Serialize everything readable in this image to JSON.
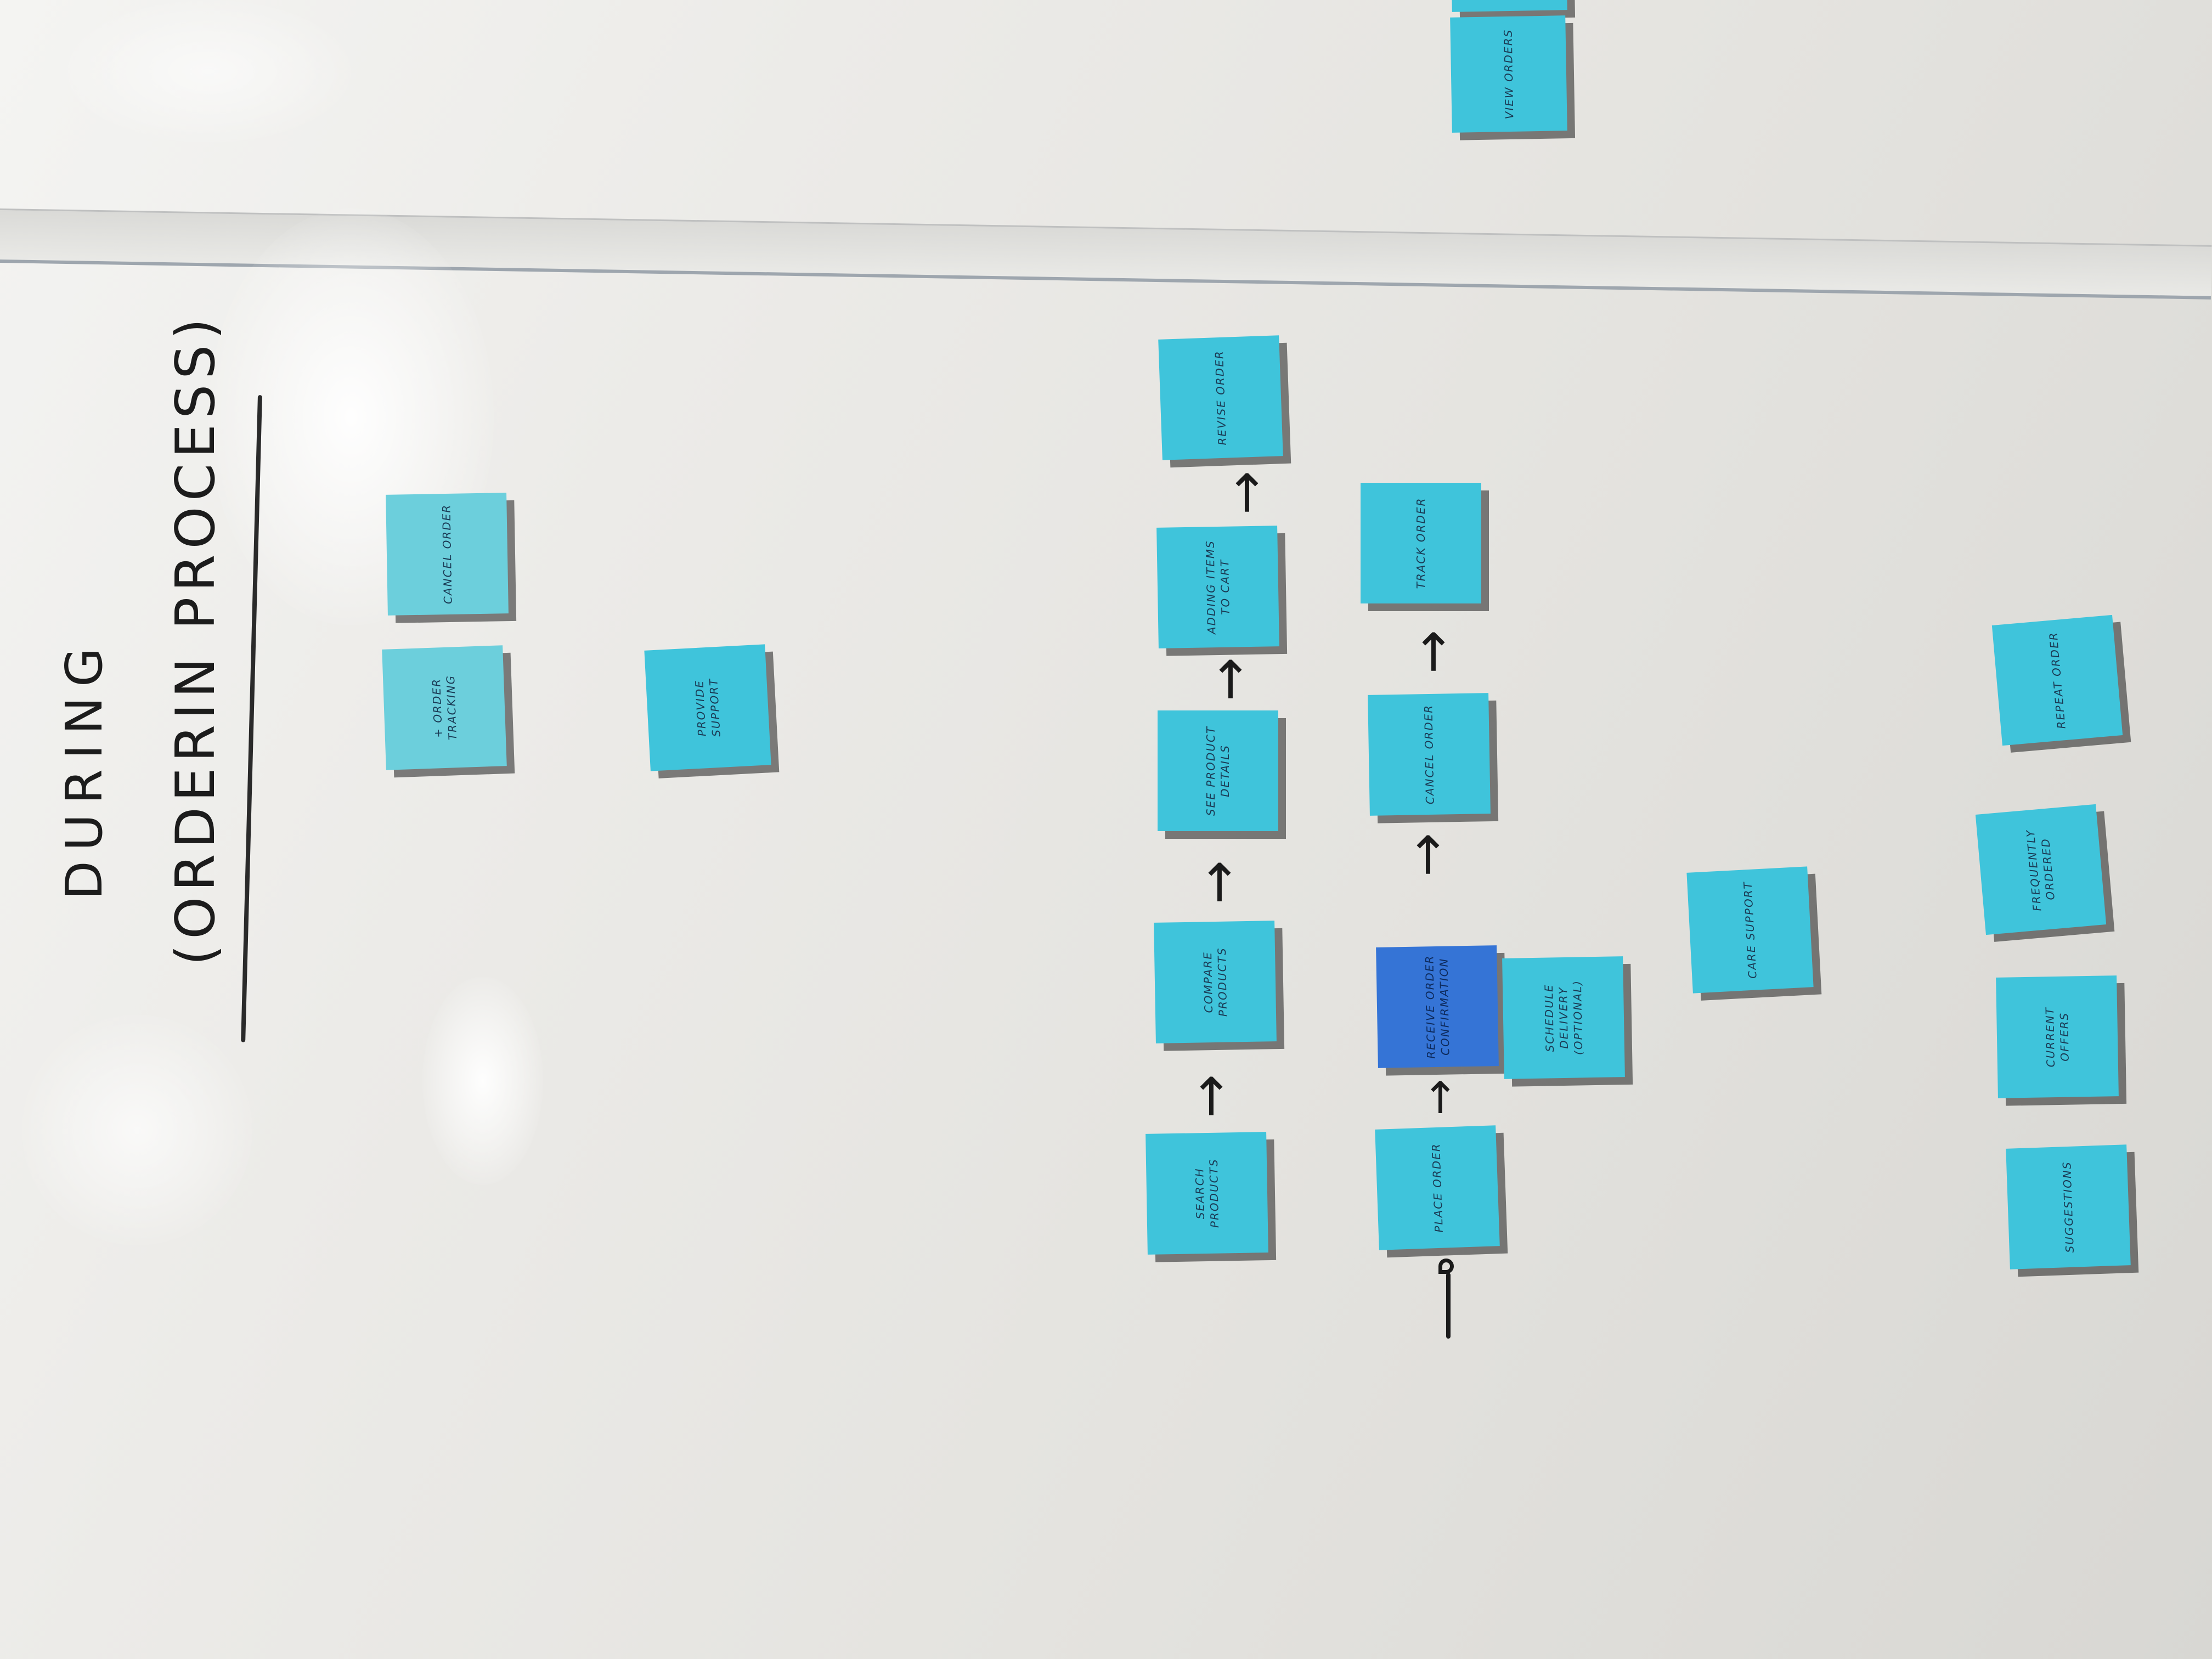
{
  "board": {
    "heading_line1": "DURING",
    "heading_line2": "(ORDERIN PROCESS)"
  },
  "notes": {
    "view_orders": "VIEW ORDERS",
    "cancel_order_top": "CANCEL ORDER",
    "order_tracking": "+ ORDER TRACKING",
    "provide_support": "PROVIDE SUPPORT",
    "revise_order": "REVISE ORDER",
    "adding_items": "ADDING ITEMS TO CART",
    "see_details": "SEE PRODUCT DETAILS",
    "compare_products": "COMPARE PRODUCTS",
    "search_products": "SEARCH PRODUCTS",
    "track_order": "TRACK ORDER",
    "cancel_order": "CANCEL ORDER",
    "receive_confirmation": "RECEIVE ORDER CONFIRMATION",
    "place_order": "PLACE ORDER",
    "schedule_delivery": "SCHEDULE DELIVERY (OPTIONAL)",
    "care_support": "CARE SUPPORT",
    "repeat_order": "REPEAT ORDER",
    "frequently_ordered": "FREQUENTLY ORDERED",
    "current_offers": "CURRENT OFFERS",
    "suggestions": "SUGGESTIONS"
  },
  "colors": {
    "note": "#3fc4db",
    "note_light": "#6ccfdc",
    "note_highlight": "#3574d6",
    "marker": "#1a1a1a"
  }
}
